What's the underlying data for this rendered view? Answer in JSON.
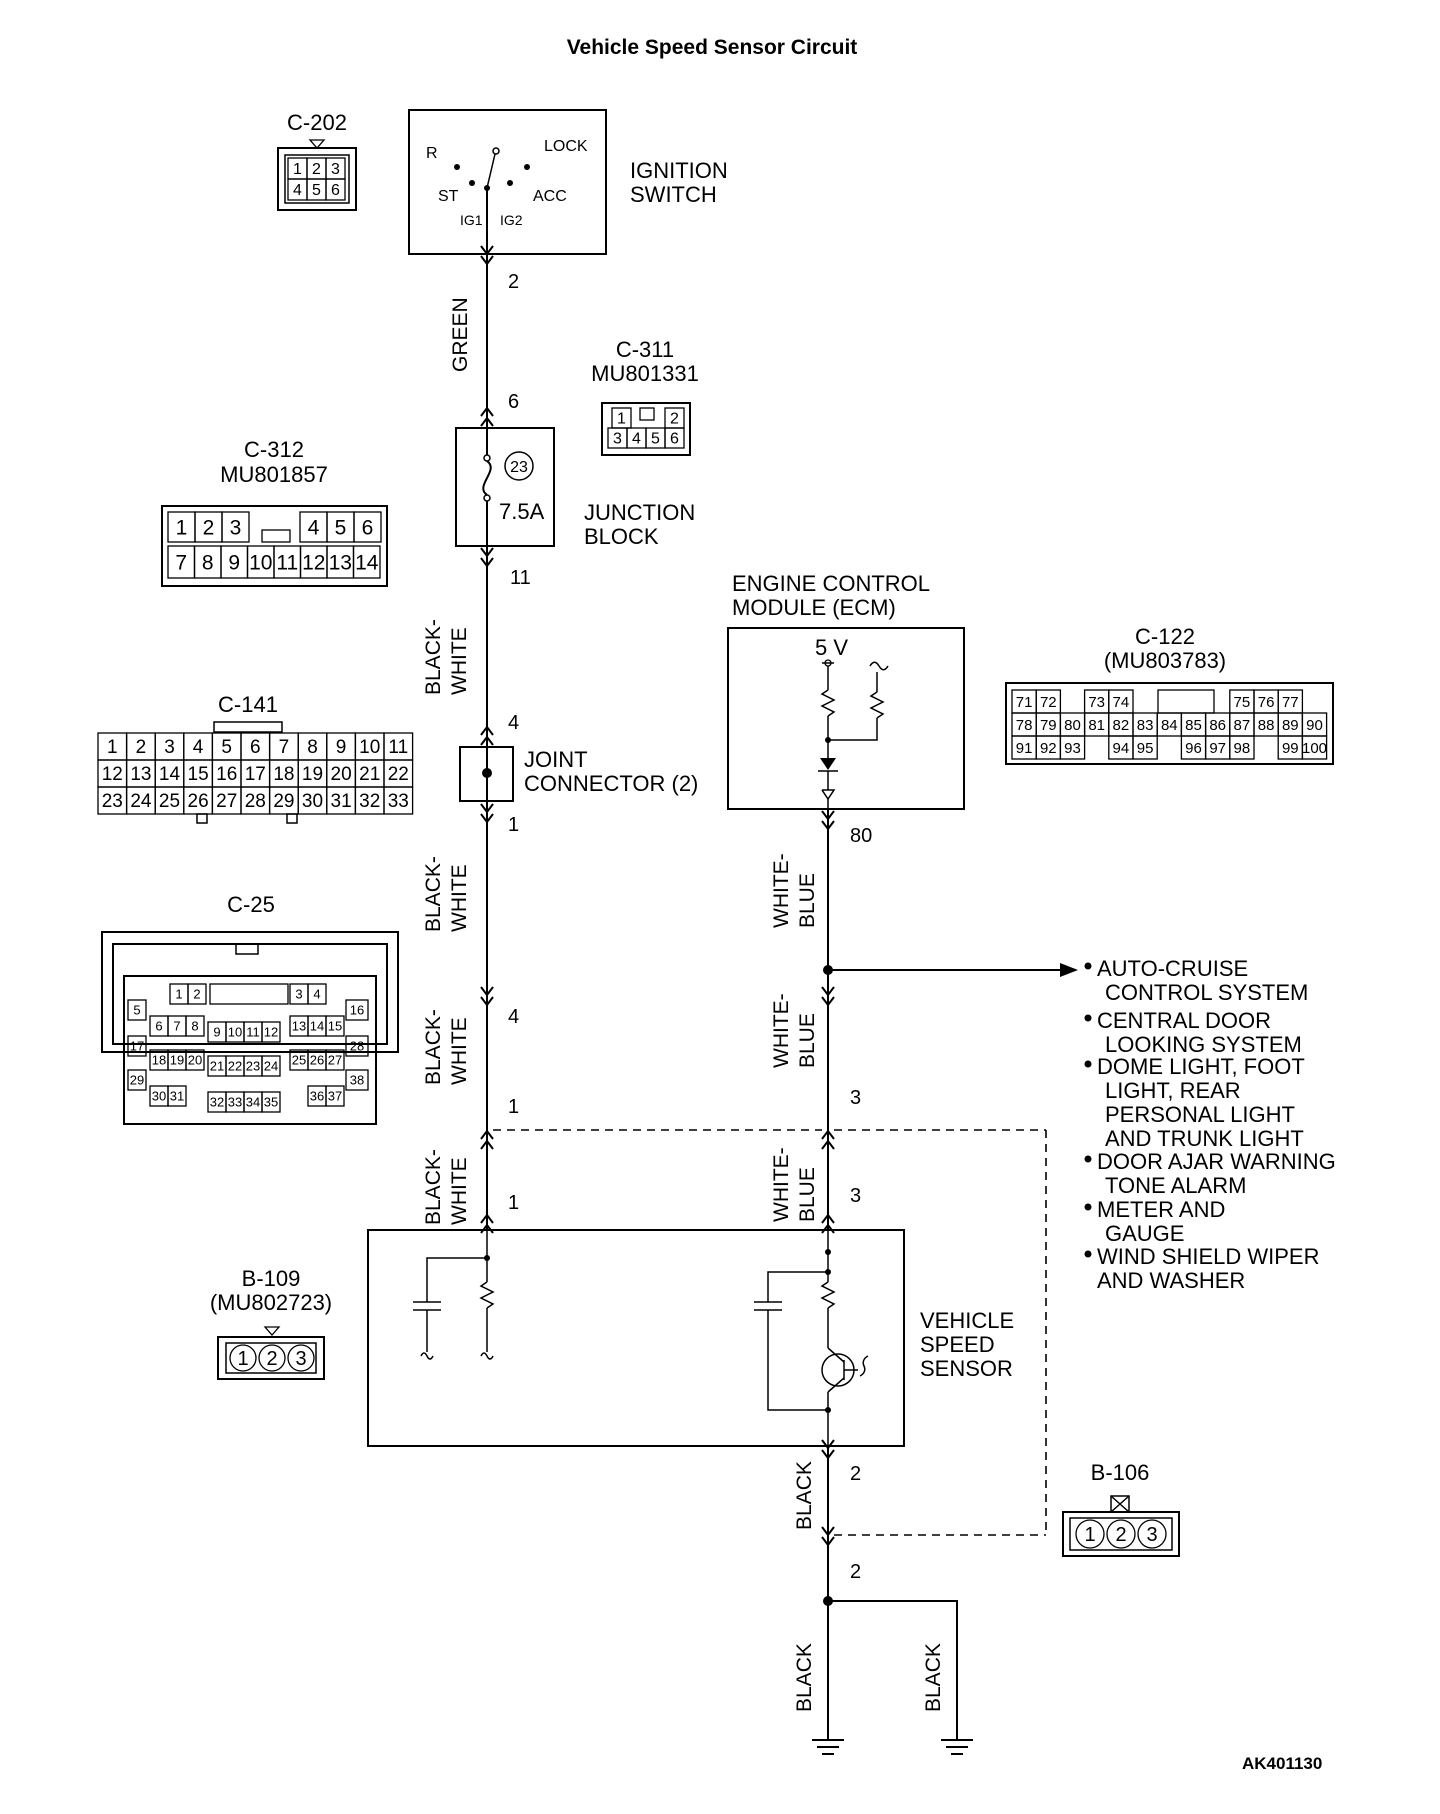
{
  "title": "Vehicle Speed Sensor Circuit",
  "code": "AK401130",
  "ignition_switch": {
    "label_lines": [
      "IGNITION",
      "SWITCH"
    ],
    "positions": [
      "R",
      "LOCK",
      "ST",
      "ACC",
      "IG1",
      "IG2"
    ],
    "pin": "2"
  },
  "junction_block": {
    "label_lines": [
      "JUNCTION",
      "BLOCK"
    ],
    "fuse_number": "23",
    "fuse_rating": "7.5A",
    "pin_in": "6",
    "pin_out": "11"
  },
  "joint_connector": {
    "label_lines": [
      "JOINT",
      "CONNECTOR (2)"
    ],
    "pin_in": "4",
    "pin_out": "1"
  },
  "ecm": {
    "label_lines": [
      "ENGINE CONTROL",
      "MODULE (ECM)"
    ],
    "voltage": "5 V",
    "pin": "80"
  },
  "sensor": {
    "label_lines": [
      "VEHICLE",
      "SPEED",
      "SENSOR"
    ]
  },
  "wires": {
    "green": "GREEN",
    "black_white": [
      "BLACK-",
      "WHITE"
    ],
    "white_blue": [
      "WHITE-",
      "BLUE"
    ],
    "black": "BLACK"
  },
  "pins": {
    "c25_in": "4",
    "c25_out": "1",
    "sensor_left": "1",
    "wb_c25": "3",
    "wb_sensor": "3",
    "sensor_ground": "2",
    "ground_split": "2"
  },
  "destinations": [
    [
      "AUTO-CRUISE",
      "CONTROL SYSTEM"
    ],
    [
      "CENTRAL DOOR",
      "LOOKING SYSTEM"
    ],
    [
      "DOME LIGHT, FOOT",
      "LIGHT, REAR",
      "PERSONAL LIGHT",
      "AND TRUNK LIGHT"
    ],
    [
      "DOOR AJAR WARNING",
      "TONE ALARM"
    ],
    [
      "METER AND",
      "GAUGE"
    ],
    [
      "WIND SHIELD WIPER",
      "AND WASHER"
    ]
  ],
  "connectors": {
    "c202": {
      "name": "C-202",
      "rows": [
        [
          "1",
          "2",
          "3"
        ],
        [
          "4",
          "5",
          "6"
        ]
      ]
    },
    "c311": {
      "name": "C-311",
      "part": "MU801331",
      "rows": [
        [
          "1",
          "",
          "2"
        ],
        [
          "3",
          "4",
          "5",
          "6"
        ]
      ]
    },
    "c312": {
      "name": "C-312",
      "part": "MU801857",
      "rows": [
        [
          "1",
          "2",
          "3",
          "",
          "4",
          "5",
          "6"
        ],
        [
          "7",
          "8",
          "9",
          "10",
          "11",
          "12",
          "13",
          "14"
        ]
      ]
    },
    "c141": {
      "name": "C-141",
      "rows": [
        [
          "1",
          "2",
          "3",
          "4",
          "5",
          "6",
          "7",
          "8",
          "9",
          "10",
          "11"
        ],
        [
          "12",
          "13",
          "14",
          "15",
          "16",
          "17",
          "18",
          "19",
          "20",
          "21",
          "22"
        ],
        [
          "23",
          "24",
          "25",
          "26",
          "27",
          "28",
          "29",
          "30",
          "31",
          "32",
          "33"
        ]
      ]
    },
    "c25": {
      "name": "C-25",
      "pins": [
        "1",
        "2",
        "3",
        "4",
        "5",
        "6",
        "7",
        "8",
        "9",
        "10",
        "11",
        "12",
        "13",
        "14",
        "15",
        "16",
        "17",
        "18",
        "19",
        "20",
        "21",
        "22",
        "23",
        "24",
        "25",
        "26",
        "27",
        "28",
        "29",
        "30",
        "31",
        "32",
        "33",
        "34",
        "35",
        "36",
        "37",
        "38"
      ]
    },
    "c122": {
      "name": "C-122",
      "part": "(MU803783)",
      "rows": [
        [
          "71",
          "72",
          "",
          "73",
          "74",
          "",
          "",
          "",
          "",
          "75",
          "76",
          "77"
        ],
        [
          "78",
          "79",
          "80",
          "81",
          "82",
          "83",
          "84",
          "85",
          "86",
          "87",
          "88",
          "89",
          "90"
        ],
        [
          "91",
          "92",
          "93",
          "",
          "94",
          "95",
          "",
          "96",
          "97",
          "98",
          "",
          "99",
          "100"
        ]
      ]
    },
    "b109": {
      "name": "B-109",
      "part": "(MU802723)",
      "pins": [
        "1",
        "2",
        "3"
      ]
    },
    "b106": {
      "name": "B-106",
      "pins": [
        "1",
        "2",
        "3"
      ]
    }
  }
}
